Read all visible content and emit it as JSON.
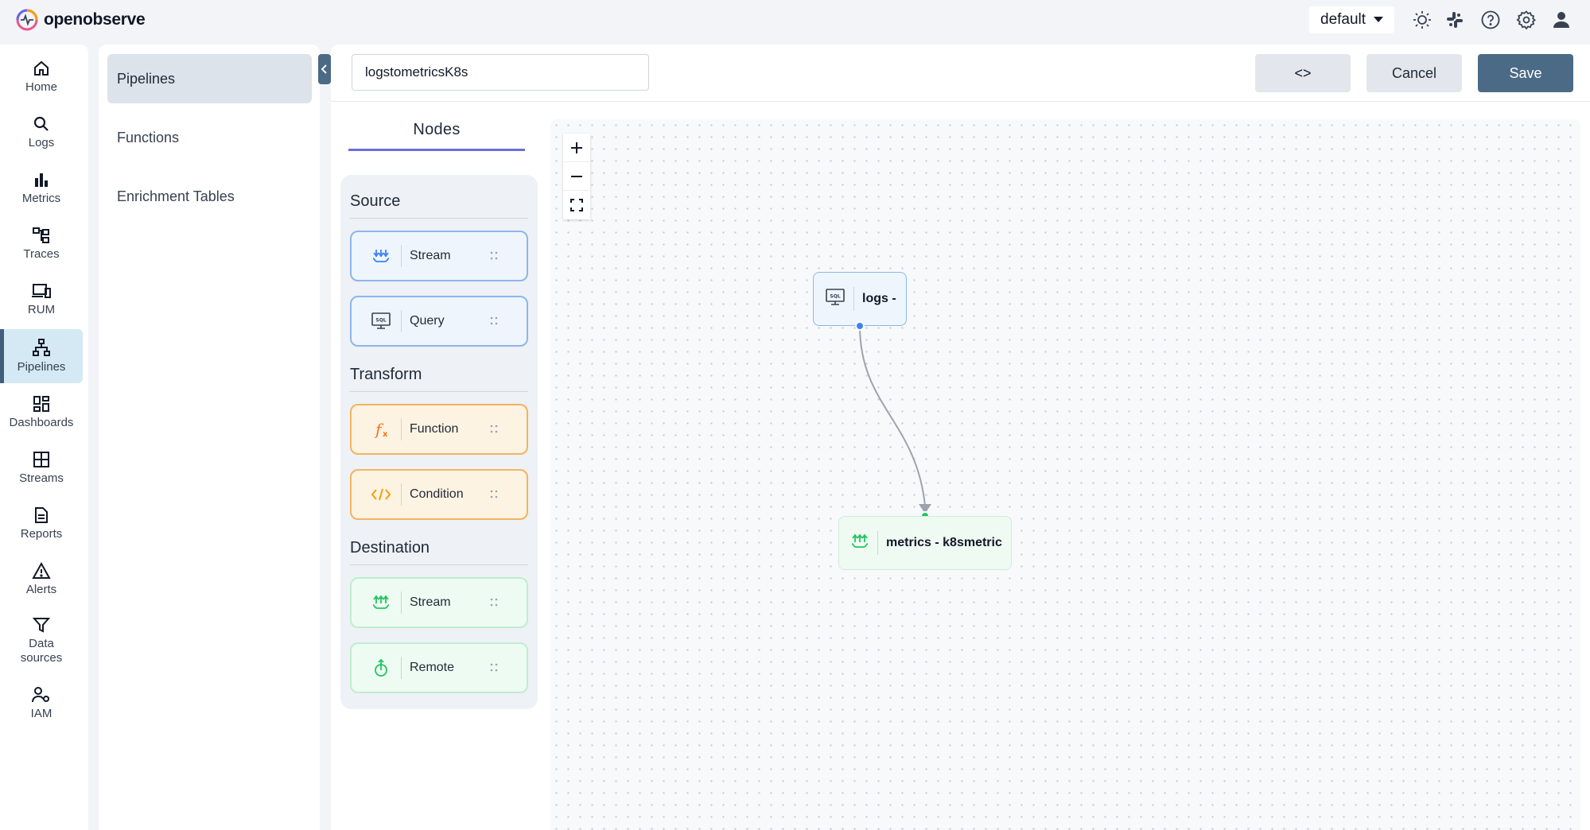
{
  "app": {
    "logo_text": "openobserve"
  },
  "topbar": {
    "org": "default",
    "icons": [
      "theme-icon",
      "slack-icon",
      "help-icon",
      "settings-icon",
      "user-icon"
    ]
  },
  "nav": {
    "items": [
      {
        "label": "Home",
        "icon": "home-icon"
      },
      {
        "label": "Logs",
        "icon": "search-icon"
      },
      {
        "label": "Metrics",
        "icon": "bar-chart-icon"
      },
      {
        "label": "Traces",
        "icon": "traces-icon"
      },
      {
        "label": "RUM",
        "icon": "devices-icon"
      },
      {
        "label": "Pipelines",
        "icon": "pipeline-icon",
        "active": true
      },
      {
        "label": "Dashboards",
        "icon": "dashboard-icon"
      },
      {
        "label": "Streams",
        "icon": "grid-icon"
      },
      {
        "label": "Reports",
        "icon": "report-icon"
      },
      {
        "label": "Alerts",
        "icon": "alert-icon"
      },
      {
        "label": "Data",
        "label2": "sources",
        "icon": "filter-icon"
      },
      {
        "label": "IAM",
        "icon": "iam-icon"
      }
    ]
  },
  "submenu": {
    "items": [
      {
        "label": "Pipelines",
        "active": true
      },
      {
        "label": "Functions"
      },
      {
        "label": "Enrichment Tables"
      }
    ]
  },
  "editor": {
    "pipeline_name": "logstometricsK8s",
    "code_label": "<>",
    "cancel_label": "Cancel",
    "save_label": "Save",
    "nodes_tab": "Nodes"
  },
  "palette": {
    "source_title": "Source",
    "transform_title": "Transform",
    "destination_title": "Destination",
    "source": [
      {
        "label": "Stream",
        "icon": "stream-source-icon"
      },
      {
        "label": "Query",
        "icon": "sql-query-icon"
      }
    ],
    "transform": [
      {
        "label": "Function",
        "icon": "function-icon"
      },
      {
        "label": "Condition",
        "icon": "code-condition-icon"
      }
    ],
    "destination": [
      {
        "label": "Stream",
        "icon": "stream-destination-icon"
      },
      {
        "label": "Remote",
        "icon": "remote-icon"
      }
    ]
  },
  "flow": {
    "nodes": [
      {
        "label": "logs -",
        "icon": "sql-query-icon"
      },
      {
        "label": "metrics - k8smetric",
        "icon": "stream-destination-icon"
      }
    ]
  },
  "colors": {
    "accent": "#4b6a85",
    "source_border": "#8cb6ea",
    "transform_border": "#f2b45f",
    "destination_border": "#bfeed0",
    "tab_underline": "#6d6fd8"
  }
}
